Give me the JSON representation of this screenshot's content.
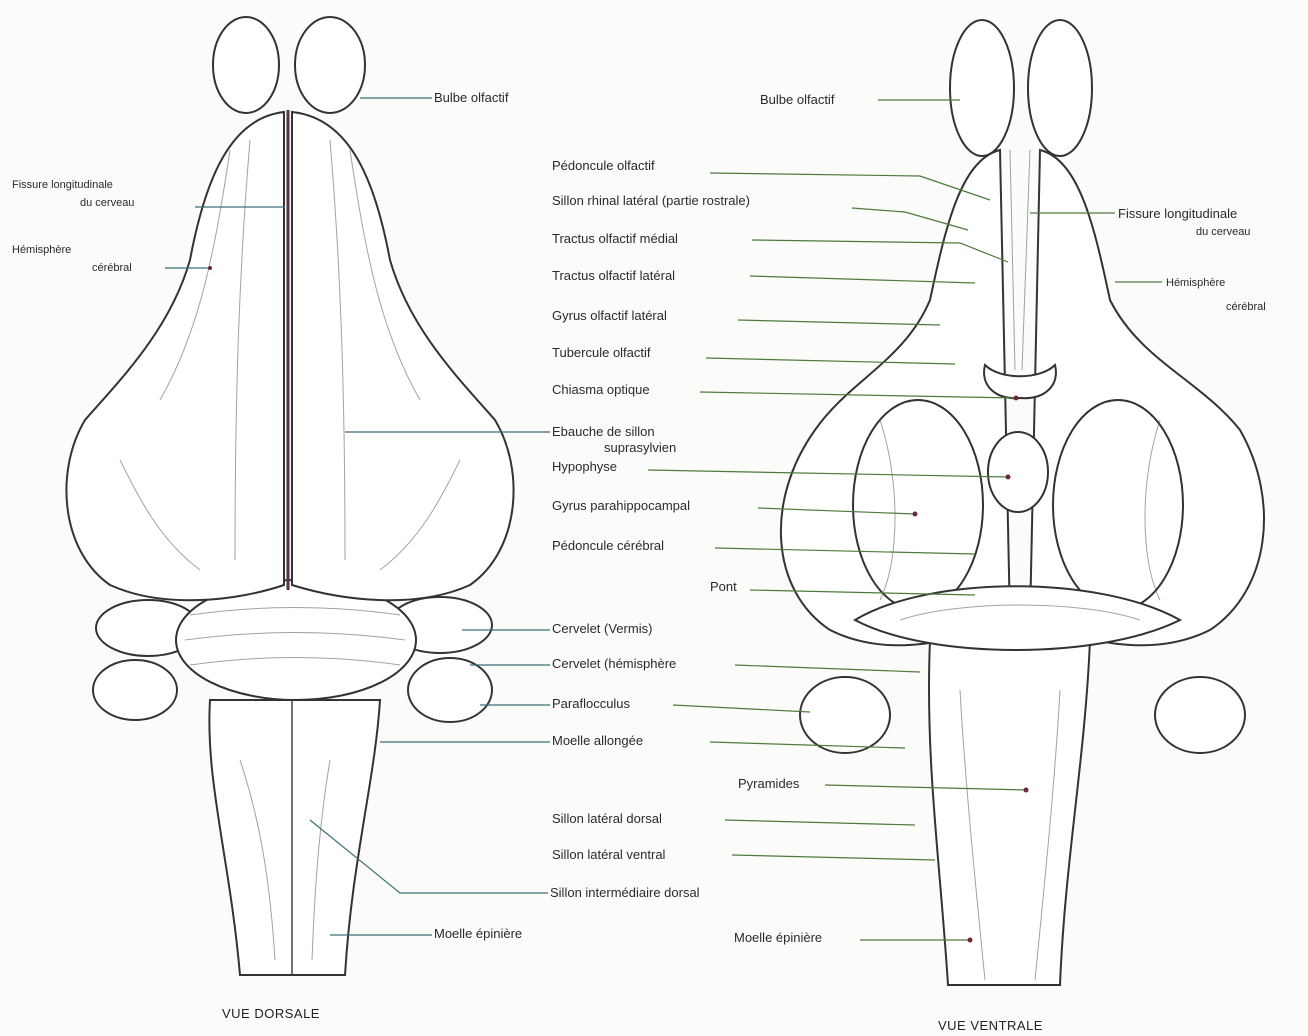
{
  "dorsal": {
    "caption": "VUE DORSALE",
    "labels": {
      "bulbe": "Bulbe olfactif",
      "fissure_1": "Fissure longitudinale",
      "fissure_2": "du cerveau",
      "hemisphere_1": "Hémisphère",
      "hemisphere_2": "cérébral",
      "sillon_intermediaire": "Sillon intermédiaire dorsal",
      "moelle_epiniere": "Moelle épinière"
    }
  },
  "ventral": {
    "caption": "VUE VENTRALE",
    "labels": {
      "bulbe": "Bulbe olfactif",
      "fissure_1": "Fissure longitudinale",
      "fissure_2": "du cerveau",
      "hemisphere_1": "Hémisphère",
      "hemisphere_2": "cérébral",
      "pyramides": "Pyramides",
      "moelle_epiniere": "Moelle épinière"
    }
  },
  "center_labels": {
    "pedoncule_olfactif": "Pédoncule olfactif",
    "sillon_rhinal": "Sillon rhinal latéral (partie rostrale)",
    "tractus_medial": "Tractus olfactif médial",
    "tractus_lateral": "Tractus olfactif latéral",
    "gyrus_olfactif": "Gyrus olfactif latéral",
    "tubercule": "Tubercule olfactif",
    "chiasma": "Chiasma optique",
    "ebauche_1": "Ebauche de sillon",
    "ebauche_2": "suprasylvien",
    "hypophyse": "Hypophyse",
    "gyrus_parahippo": "Gyrus parahippocampal",
    "pedoncule_cerebral": "Pédoncule cérébral",
    "pont": "Pont",
    "cervelet_vermis": "Cervelet (Vermis)",
    "cervelet_hemisphere": "Cervelet (hémisphère",
    "paraflocculus": "Paraflocculus",
    "moelle_allongee": "Moelle allongée",
    "sillon_lateral_dorsal": "Sillon latéral dorsal",
    "sillon_lateral_ventral": "Sillon latéral ventral"
  }
}
